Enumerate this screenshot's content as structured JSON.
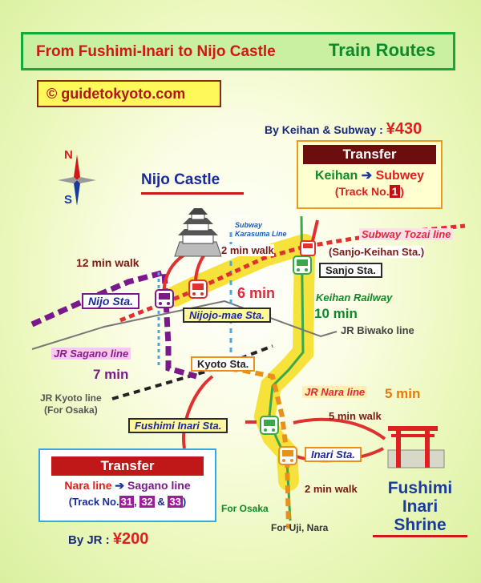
{
  "title": {
    "part1": "From Fushimi-Inari to Nijo Castle",
    "part2": "Train Routes"
  },
  "credit": "© guidetokyoto.com",
  "compass": {
    "north": "N",
    "south": "S"
  },
  "keihan_fare": {
    "label": "By Keihan & Subway :",
    "price": "¥430"
  },
  "jr_fare": {
    "label": "By JR :",
    "price": "¥200"
  },
  "transfer_top": {
    "head": "Transfer",
    "from": "Keihan",
    "to": "Subwey",
    "track_label": "(Track No.",
    "track_num": "1",
    "track_close": ")"
  },
  "transfer_bottom": {
    "head": "Transfer",
    "from": "Nara line",
    "to": "Sagano line",
    "track_label": "(Track No.",
    "tracks": [
      "31",
      "32",
      "33"
    ],
    "sep1": ",",
    "sep2": "&",
    "track_close": ")"
  },
  "places": {
    "nijo_castle": "Nijo Castle",
    "fushimi": [
      "Fushimi",
      "Inari",
      "Shrine"
    ]
  },
  "stations": {
    "nijo": "Nijo Sta.",
    "nijojo_mae": "Nijojo-mae Sta.",
    "sanjo": "Sanjo Sta.",
    "sanjo_keihan": "(Sanjo-Keihan Sta.)",
    "kyoto": "Kyoto Sta.",
    "fushimi_inari": "Fushimi Inari Sta.",
    "inari": "Inari Sta."
  },
  "lines": {
    "subway_karasuma": [
      "Subway",
      "Karasuma Line"
    ],
    "subway_tozai": "Subway Tozai line",
    "keihan": "Keihan Railway",
    "jr_biwako": "JR Biwako line",
    "jr_sagano": "JR Sagano line",
    "jr_kyoto": [
      "JR Kyoto line",
      "(For Osaka)"
    ],
    "jr_nara": "JR Nara line"
  },
  "times": {
    "walk_12": "12 min walk",
    "walk_2_top": "2 min walk",
    "min_6": "6 min",
    "min_10": "10 min",
    "min_7": "7 min",
    "min_5": "5 min",
    "walk_5": "5 min walk",
    "walk_2_bottom": "2 min walk"
  },
  "directions": {
    "for_osaka": "For Osaka",
    "for_uji": "For Uji, Nara"
  },
  "icons": [
    "train-icon",
    "castle-icon",
    "torii-gate-icon",
    "compass-icon",
    "arrow-icon"
  ],
  "colors": {
    "keihan": "#3aa84a",
    "tozai": "#e03030",
    "jr_sagano": "#7a1a8a",
    "jr_nara": "#e8901a",
    "karasuma": "#4aa8e0"
  }
}
